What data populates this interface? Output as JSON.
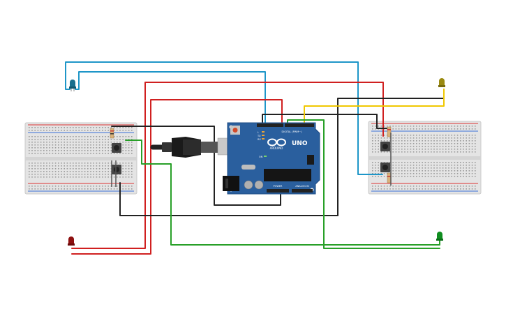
{
  "board": {
    "logo_text": "ARDUINO",
    "model_text": "UNO",
    "digital_label": "DIGITAL (PWM~)",
    "power_label": "POWER",
    "analog_label": "ANALOG IN",
    "tx_label": "TX",
    "rx_label": "RX",
    "l_label": "L",
    "on_label": "ON"
  },
  "wire_colors": {
    "blue": "#1e96c8",
    "red": "#d02020",
    "black": "#222222",
    "yellow": "#f0c800",
    "green": "#28a028"
  },
  "leds": [
    {
      "id": "blue",
      "color": "#1a6f8e"
    },
    {
      "id": "yellow",
      "color": "#9a8a10"
    },
    {
      "id": "red",
      "color": "#8e1010"
    },
    {
      "id": "green",
      "color": "#108e20"
    }
  ],
  "icons": {
    "usb": "usb-cable-icon",
    "barrel": "power-jack-icon"
  }
}
